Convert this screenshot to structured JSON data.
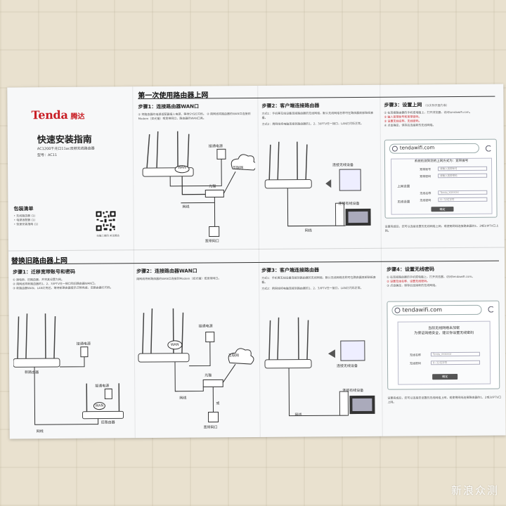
{
  "cover": {
    "brand_en": "Tenda",
    "brand_cn": "腾达",
    "title": "快速安装指南",
    "model_line": "AC1200千兆口11ac双频无线路由器",
    "model_no": "型号：AC11",
    "package_title": "包装清单",
    "package_items": [
      "• 无线路由器 (1)",
      "• 电源适配器 (1)",
      "• 快速安装指南 (1)"
    ],
    "qr_caption": "扫描二维码 关注腾达"
  },
  "section1": {
    "title": "第一次使用路由器上网",
    "step1": {
      "title": "步骤1：连接路由器WAN口",
      "note": "① 将路由器的电源适配器插入电源，等待SYS灯闪烁。 ② 用网线将路由器的WAN口连接到Modem（如光猫）或宽带网口，路由器的WAN口亮。",
      "labels": {
        "power": "接通电源",
        "internet": "互联网",
        "modem": "光猫",
        "cable": "网线",
        "wall": "宽带网口",
        "wan": "WAN"
      }
    },
    "step2": {
      "title": "步骤2：客户端连接路由器",
      "methods": [
        "方式1：手机等无线设备连接路由器的无线网络，默认无线网络名称可在路由器底部贴纸查看。",
        "方式2：用网线将电脑连接到路由器的1、2、3/IPTV任一接口，LAN灯闪烁正常。"
      ],
      "labels": {
        "wireless": "连接无线设备",
        "wired": "连接有线设备",
        "cable": "网线"
      }
    },
    "step3": {
      "title": "步骤3：设置上网",
      "hint": "（以实际页面为准）",
      "notes": [
        "① 在连接路由器的手机或电脑上，打开浏览器，访问tendawifi.com。",
        "② 输入宽带账号和宽带密码。",
        "③ 设置无线名称、无线密码。",
        "④ 点击确定，保存后连接新的无线网络。"
      ],
      "url": "tendawifi.com",
      "form_head": "系统检测到您的上网方式为：宽带拨号",
      "fields": [
        {
          "label": "宽带账号",
          "placeholder": "请输入宽带账号"
        },
        {
          "label": "宽带密码",
          "placeholder": "请输入宽带密码"
        },
        {
          "label": "无线名称",
          "placeholder": "Tenda_XXXXXX"
        },
        {
          "label": "无线密码",
          "placeholder": "8~32位字符"
        }
      ],
      "internet_label": "上网设置",
      "wifi_label": "无线设置",
      "ok": "确定",
      "footer": "设置完成后，您可以连接设置的无线网络上网，或使用网线连接路由器的1、2或3/IPTV口上网。"
    }
  },
  "section2": {
    "title": "替换旧路由器上网",
    "step1": {
      "title": "步骤1：迁移宽带账号和密码",
      "notes": [
        "① 通电新、旧路由器，并将其设置为网。",
        "② 用网线将新路由器的1、2、3/IPTV任一接口和旧路由器WAN口。",
        "③ 新路由器WAN、LAN灯亮后，等待新路由器提示迁移完成，旧路由器灯闪烁。"
      ],
      "labels": {
        "power": "接通电源",
        "power2": "接通电源",
        "new": "新路由器",
        "old": "旧路由器",
        "cable": "网线",
        "wan": "WAN"
      }
    },
    "step2": {
      "title": "步骤2：连接路由器WAN口",
      "note": "用网线将新路由器的WAN口连接到Modem（如光猫）或宽带网口。",
      "labels": {
        "power": "接通电源",
        "internet": "互联网",
        "modem": "光猫",
        "cable": "网线",
        "or": "或",
        "wall": "宽带网口",
        "wan": "WAN"
      }
    },
    "step3": {
      "title": "步骤3：客户端连接路由器",
      "methods": [
        "方式1：手机等无线设备连接到路由器的无线网络，默认无线网络名称可在路由器底部贴纸查看。",
        "方式2：用网线将电脑连接到路由器的1、2、3/IPTV任一接口，LAN灯闪烁正常。"
      ],
      "labels": {
        "wireless": "连接无线设备",
        "wired": "连接有线设备",
        "cable": "网线"
      }
    },
    "step4": {
      "title": "步骤4：设置无线密码",
      "notes": [
        "① 在连接路由器的手机或电脑上，打开浏览器，访问tendawifi.com。",
        "② 设置无线名称、设置无线密码。",
        "③ 点击确定，保存后连接新的无线网络。"
      ],
      "url": "tendawifi.com",
      "form_head": "当前无线网络未加密\n为保证网络安全，建议你设置无线密码",
      "fields": [
        {
          "label": "无线名称",
          "placeholder": "Tenda_XXXXXX"
        },
        {
          "label": "无线密码",
          "placeholder": "8~32位字符"
        }
      ],
      "ok": "确定",
      "footer": "设置完成后，您可以连接您设置的无线网络上网，或使用网线连接路由器的1、2或3/IPTV口上网。"
    }
  },
  "watermark": "新浪众测"
}
